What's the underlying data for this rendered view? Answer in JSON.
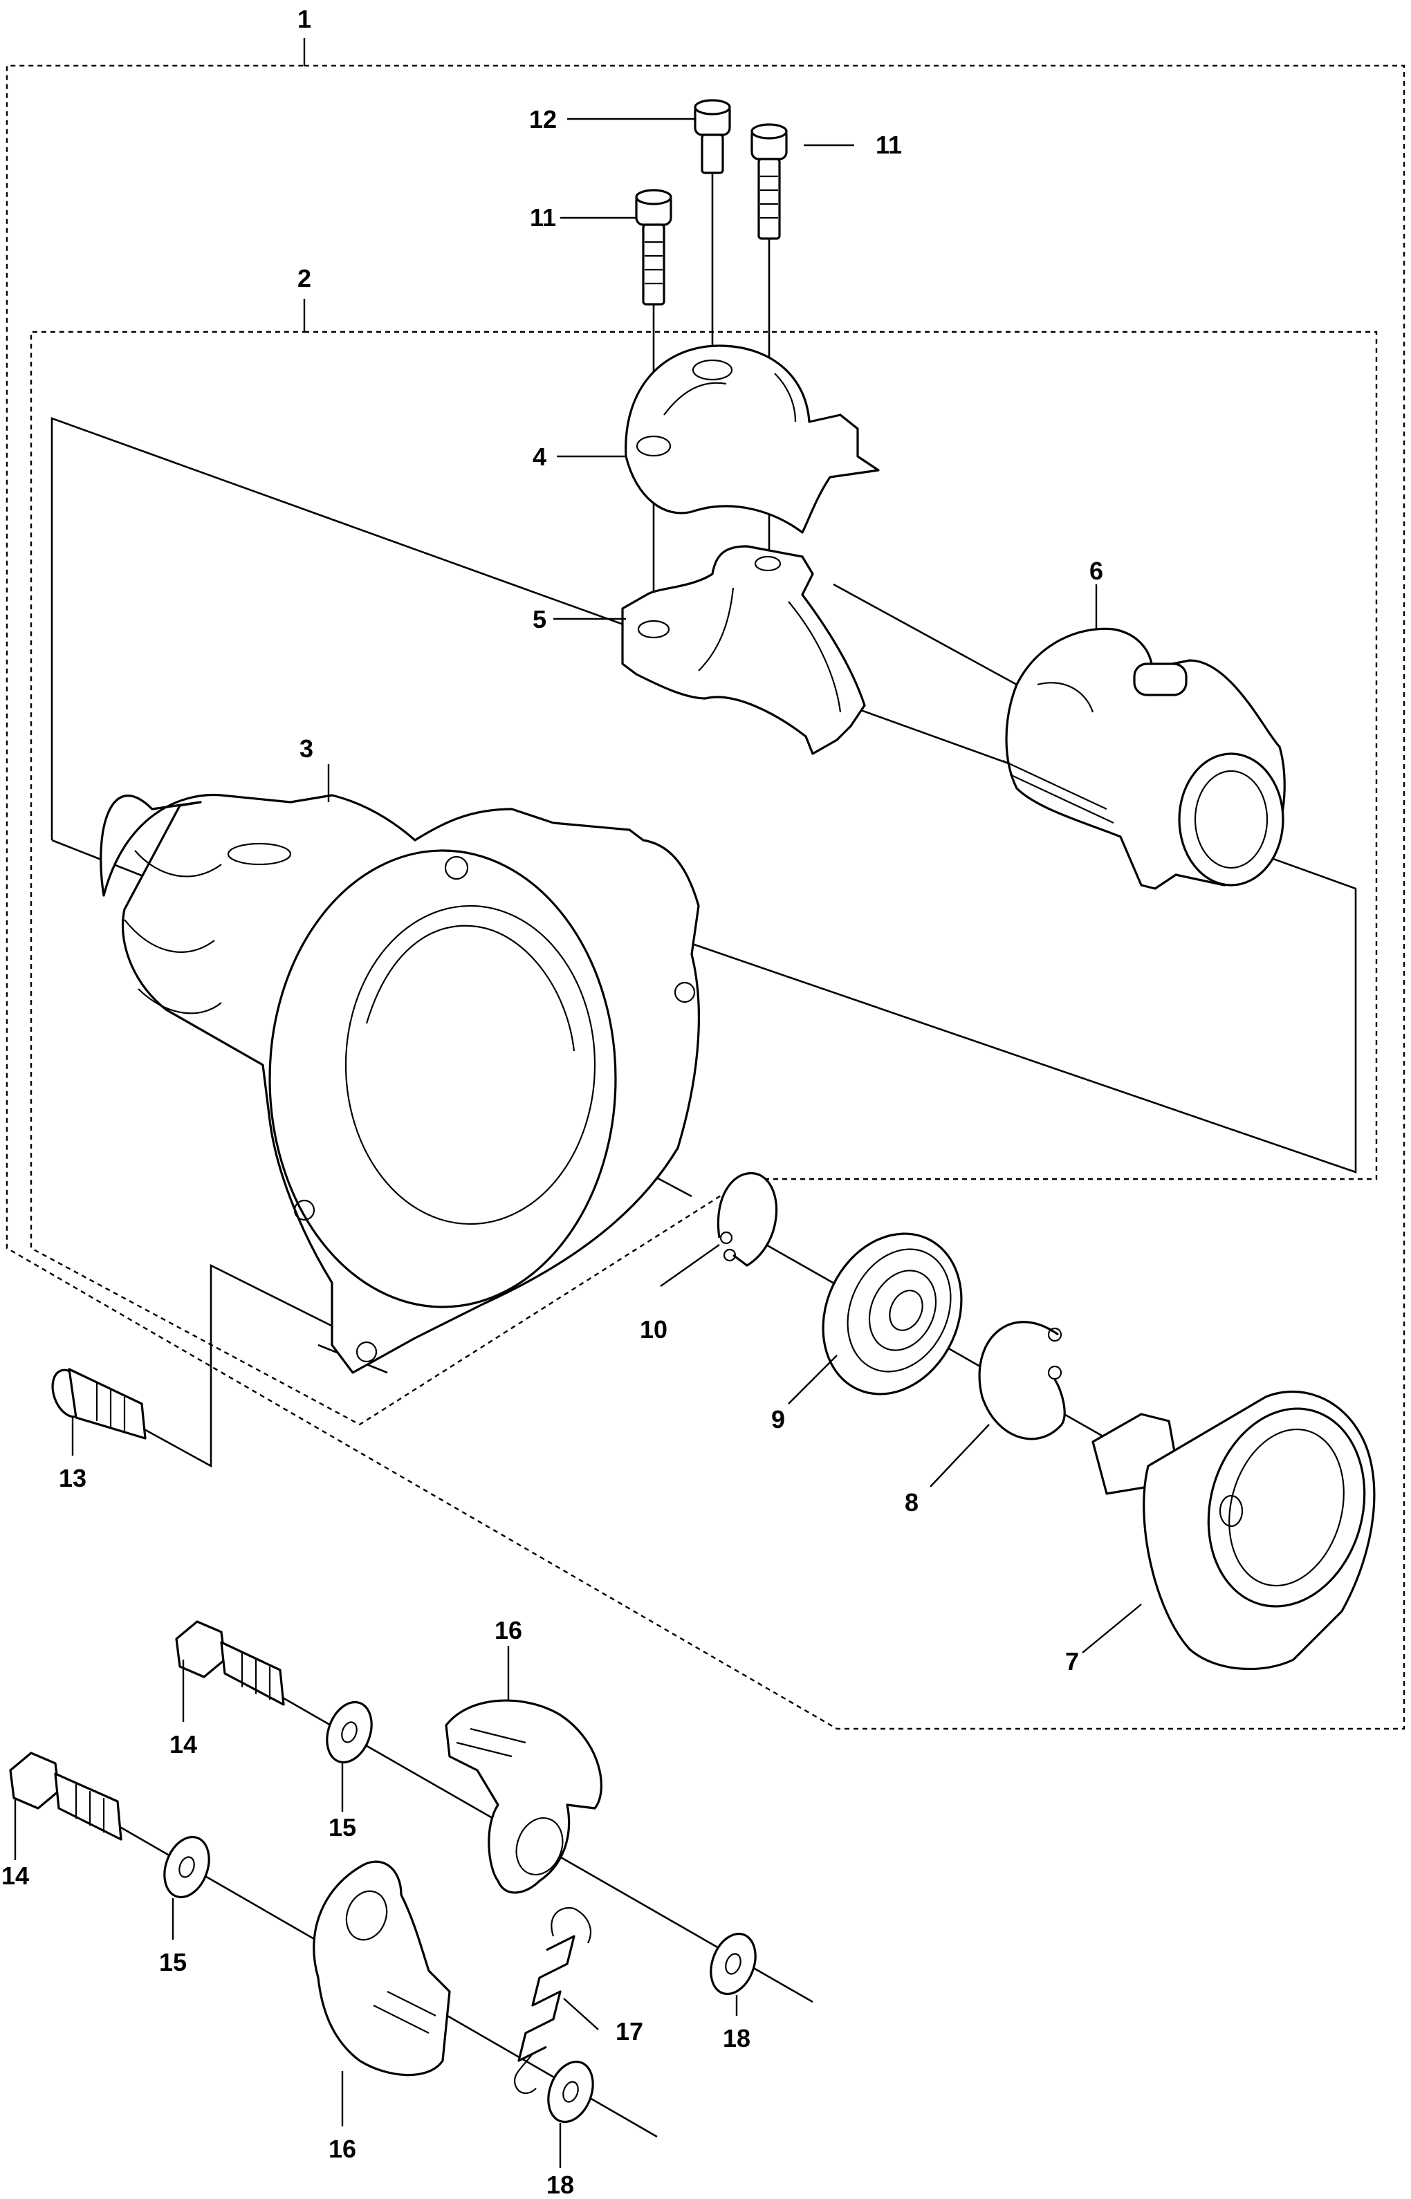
{
  "callouts": [
    {
      "id": "1",
      "label": "1"
    },
    {
      "id": "2",
      "label": "2"
    },
    {
      "id": "3",
      "label": "3"
    },
    {
      "id": "4",
      "label": "4"
    },
    {
      "id": "5",
      "label": "5"
    },
    {
      "id": "6",
      "label": "6"
    },
    {
      "id": "7",
      "label": "7"
    },
    {
      "id": "8",
      "label": "8"
    },
    {
      "id": "9",
      "label": "9"
    },
    {
      "id": "10",
      "label": "10"
    },
    {
      "id": "11a",
      "label": "11"
    },
    {
      "id": "11b",
      "label": "11"
    },
    {
      "id": "12",
      "label": "12"
    },
    {
      "id": "13",
      "label": "13"
    },
    {
      "id": "14a",
      "label": "14"
    },
    {
      "id": "14b",
      "label": "14"
    },
    {
      "id": "15a",
      "label": "15"
    },
    {
      "id": "15b",
      "label": "15"
    },
    {
      "id": "16a",
      "label": "16"
    },
    {
      "id": "16b",
      "label": "16"
    },
    {
      "id": "17",
      "label": "17"
    },
    {
      "id": "18a",
      "label": "18"
    },
    {
      "id": "18b",
      "label": "18"
    }
  ]
}
